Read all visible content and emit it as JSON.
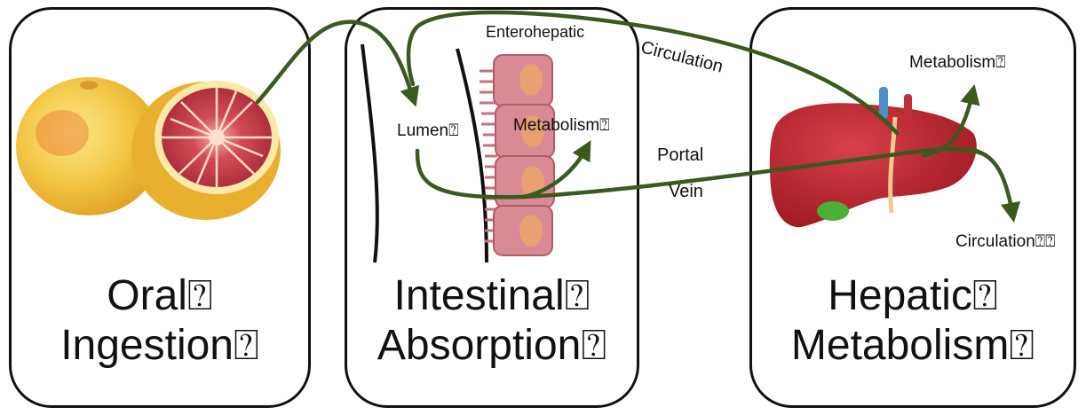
{
  "panels": {
    "oral": {
      "line1": "Oral⍰",
      "line2": "Ingestion⍰"
    },
    "intestinal": {
      "line1": "Intestinal⍰",
      "line2": "Absorption⍰"
    },
    "hepatic": {
      "line1": "Hepatic⍰",
      "line2": "Metabolism⍰"
    }
  },
  "labels": {
    "lumen": "Lumen⍰",
    "gut_metabolism": "Metabolism⍰",
    "enterohepatic": "Enterohepatic",
    "circulation_arc": "Circulation",
    "portal": "Portal",
    "vein": "Vein",
    "liver_metabolism": "Metabolism⍰",
    "systemic_circulation": "Circulation⍰⍰"
  },
  "colors": {
    "arrow": "#3a5a1e",
    "grapefruit_flesh": "#c43a4a",
    "grapefruit_peel": "#f2c440",
    "villi": "#c8707e",
    "liver": "#b8232a",
    "gallbladder": "#4caf3a",
    "vessel_blue": "#4a90c8",
    "vessel_red": "#c0303a"
  }
}
